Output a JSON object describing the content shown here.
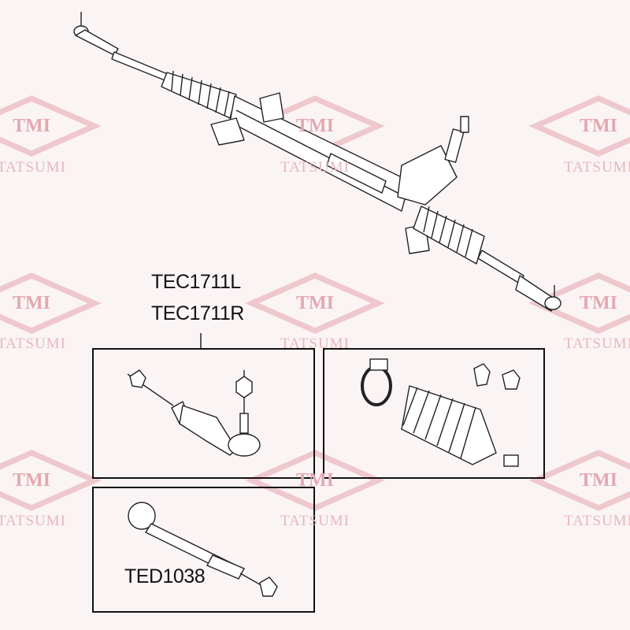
{
  "watermark": {
    "logo": "TMI",
    "brand": "TATSUMI",
    "color": "#e8b6bd"
  },
  "parts": {
    "tie_rod_end_left": "TEC1711L",
    "tie_rod_end_right": "TEC1711R",
    "inner_tie_rod": "TED1038"
  }
}
